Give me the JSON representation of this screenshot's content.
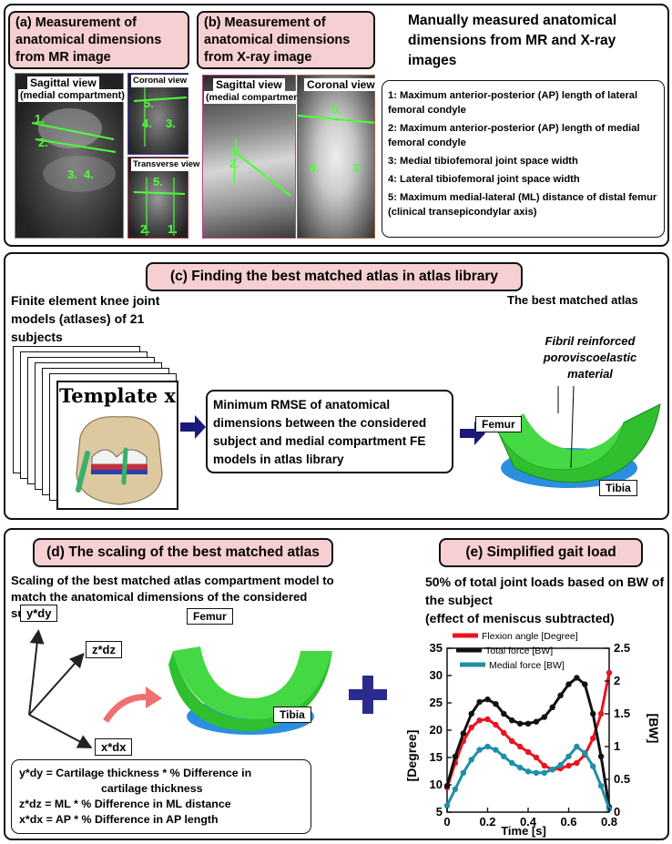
{
  "panel_a": {
    "title": "(a) Measurement of anatomical dimensions from MR image",
    "sagittal_label": "Sagittal view",
    "sagittal_sub": "(medial compartment)",
    "coronal_label": "Coronal view",
    "transverse_label": "Transverse view",
    "marks": [
      "1.",
      "2.",
      "3.",
      "4.",
      "5.",
      "4.",
      "3.",
      "5.",
      "2.",
      "1."
    ]
  },
  "panel_b": {
    "title": "(b) Measurement of anatomical dimensions from X-ray image",
    "sagittal_label": "Sagittal view",
    "sagittal_sub": "(medial compartment)",
    "coronal_label": "Coronal view",
    "marks": [
      "1.",
      "2.",
      "5.",
      "4.",
      "3."
    ]
  },
  "measure": {
    "heading": "Manually measured anatomical dimensions from MR and X-ray images",
    "items": [
      "1: Maximum anterior-posterior (AP) length of lateral femoral condyle",
      "2: Maximum anterior-posterior (AP) length of medial femoral condyle",
      "3: Medial tibiofemoral joint space width",
      "4: Lateral tibiofemoral joint space width",
      "5: Maximum medial-lateral (ML) distance of distal femur (clinical transepicondylar axis)"
    ]
  },
  "panel_c": {
    "title": "(c) Finding the best matched atlas in atlas library",
    "left_text": "Finite element knee joint models (atlases) of 21 subjects",
    "template": "Template x",
    "rmse_text": "Minimum RMSE of anatomical dimensions between the considered subject and medial compartment FE models in atlas library",
    "best_title": "The best matched atlas",
    "fibril": "Fibril reinforced poroviscoelastic material",
    "femur": "Femur",
    "tibia": "Tibia"
  },
  "panel_d": {
    "title": "(d) The scaling of the best matched atlas",
    "desc": "Scaling of the best matched atlas compartment model to match the anatomical dimensions of the considered subject",
    "axis_y": "y*dy",
    "axis_z": "z*dz",
    "axis_x": "x*dx",
    "femur": "Femur",
    "tibia": "Tibia",
    "eq1": "y*dy = Cartilage thickness * % Difference in",
    "eq1b": "cartilage thickness",
    "eq2": "z*dz = ML * % Difference in ML distance",
    "eq3": "x*dx = AP * % Difference in AP length"
  },
  "panel_e": {
    "title": "(e) Simplified gait load",
    "desc": "50% of total joint loads based on BW of the subject",
    "desc2": "(effect of meniscus subtracted)"
  },
  "chart_data": {
    "type": "line",
    "xlabel": "Time [s]",
    "ylabel": "[Degree]",
    "y2label": "[BW]",
    "xlim": [
      0,
      0.8
    ],
    "ylim": [
      5,
      35
    ],
    "y2lim": [
      0,
      2.5
    ],
    "x_ticks": [
      "0",
      "0.2",
      "0.4",
      "0.6",
      "0.8"
    ],
    "y_ticks": [
      "5",
      "10",
      "15",
      "20",
      "25",
      "30",
      "35"
    ],
    "y2_ticks": [
      "0",
      "0.5",
      "1",
      "1.5",
      "2",
      "2.5"
    ],
    "series": [
      {
        "name": "Flexion angle [Degree]",
        "axis": "left",
        "color": "#e8141e",
        "x": [
          0,
          0.04,
          0.08,
          0.12,
          0.16,
          0.2,
          0.24,
          0.28,
          0.32,
          0.36,
          0.4,
          0.44,
          0.48,
          0.52,
          0.56,
          0.6,
          0.64,
          0.68,
          0.72,
          0.76,
          0.8
        ],
        "y": [
          9.5,
          14,
          18,
          20.5,
          21.8,
          22,
          21,
          19.5,
          18,
          17,
          16,
          15,
          13.5,
          12.8,
          13,
          13.5,
          14,
          15.5,
          18.5,
          23,
          30.5
        ]
      },
      {
        "name": "Total force [BW]",
        "axis": "right",
        "color": "#111111",
        "x": [
          0,
          0.04,
          0.08,
          0.12,
          0.16,
          0.2,
          0.24,
          0.28,
          0.32,
          0.36,
          0.4,
          0.44,
          0.48,
          0.52,
          0.56,
          0.6,
          0.64,
          0.68,
          0.72,
          0.76,
          0.8
        ],
        "y": [
          0.4,
          0.85,
          1.2,
          1.5,
          1.68,
          1.72,
          1.65,
          1.5,
          1.4,
          1.35,
          1.35,
          1.38,
          1.45,
          1.6,
          1.78,
          1.95,
          2.05,
          1.95,
          1.5,
          0.85,
          0.08
        ]
      },
      {
        "name": "Medial force [BW]",
        "axis": "right",
        "color": "#1f8fa8",
        "x": [
          0,
          0.04,
          0.08,
          0.12,
          0.16,
          0.2,
          0.24,
          0.28,
          0.32,
          0.36,
          0.4,
          0.44,
          0.48,
          0.52,
          0.56,
          0.6,
          0.64,
          0.68,
          0.72,
          0.76,
          0.8
        ],
        "y": [
          0.1,
          0.35,
          0.6,
          0.8,
          0.95,
          1.0,
          0.95,
          0.85,
          0.75,
          0.68,
          0.62,
          0.6,
          0.6,
          0.65,
          0.72,
          0.85,
          1.0,
          0.9,
          0.7,
          0.4,
          0.05
        ]
      }
    ]
  },
  "colors": {
    "pink": "#f6cfd2",
    "navy_arrow": "#1a1a7a",
    "plus": "#2b2b8f",
    "green": "#3fd33f",
    "blue": "#2b8fe0"
  }
}
